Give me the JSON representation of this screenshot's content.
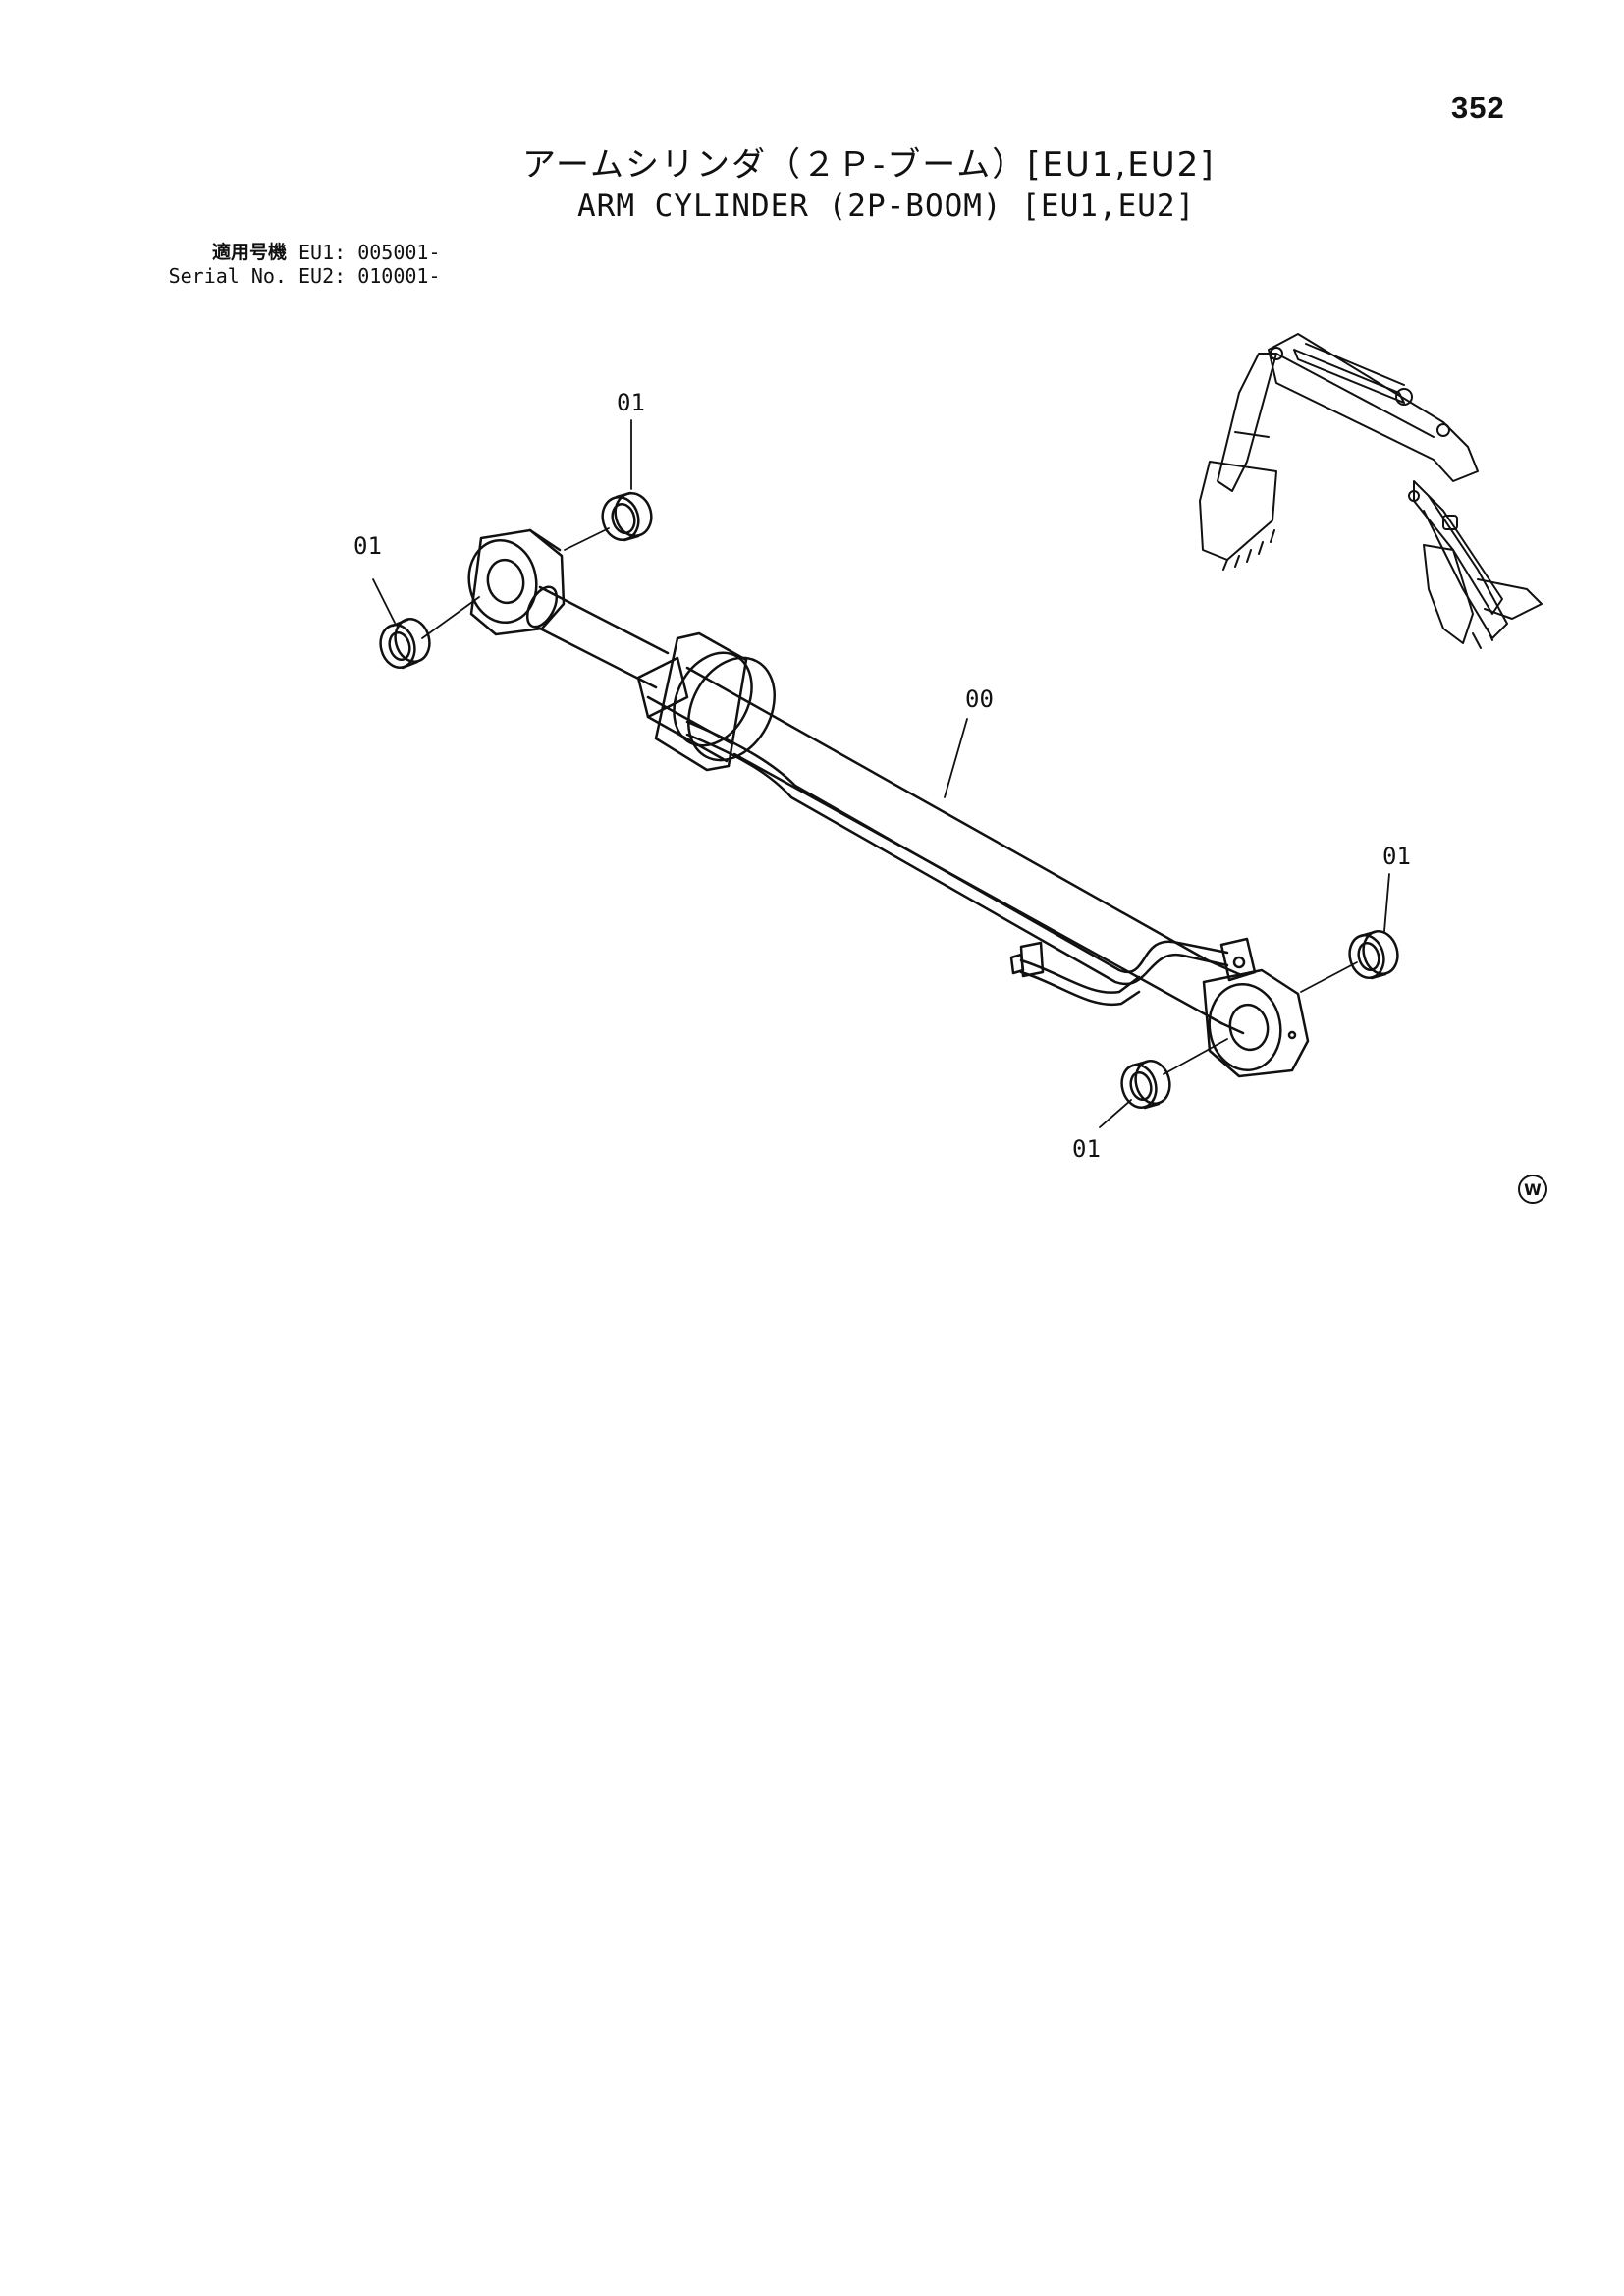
{
  "page_number": "352",
  "title_jp": "アームシリンダ（２Ｐ-ブーム）[EU1,EU2]",
  "title_en": "ARM CYLINDER (2P-BOOM) [EU1,EU2]",
  "serial": {
    "label_jp": "適用号機",
    "label_en": "Serial No.",
    "eu1": "EU1: 005001-",
    "eu2": "EU2: 010001-"
  },
  "callouts": {
    "cylinder": "00",
    "bushing_top": "01",
    "bushing_left": "01",
    "bushing_right": "01",
    "bushing_bottom": "01"
  },
  "mark": "W"
}
